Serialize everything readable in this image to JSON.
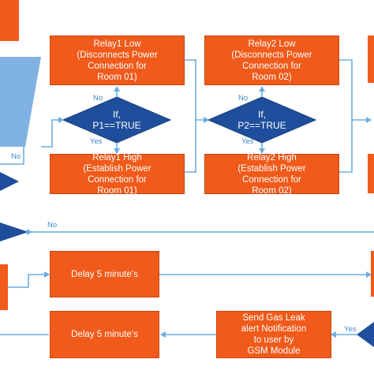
{
  "boxes": {
    "relay1_low": {
      "lines": [
        "Relay1 Low",
        "(Disconnects Power",
        "Connection for",
        "Room 01)"
      ]
    },
    "relay2_low": {
      "lines": [
        "Relay2 Low",
        "(Disconnects Power",
        "Connection for",
        "Room 02)"
      ]
    },
    "relay1_high": {
      "lines": [
        "Relay1 High",
        "(Establish Power",
        "Connection for",
        "Room 01)"
      ]
    },
    "relay2_high": {
      "lines": [
        "Relay2 High",
        "(Establish Power",
        "Connection for",
        "Room 02)"
      ]
    },
    "delay_top": {
      "lines": [
        "Delay 5 minute's"
      ]
    },
    "delay_bottom": {
      "lines": [
        "Delay 5 minute's"
      ]
    },
    "gsm_alert": {
      "lines": [
        "Send Gas Leak",
        "alert Notification",
        "to user by",
        "GSM Module"
      ]
    }
  },
  "decisions": {
    "p1": {
      "lines": [
        "If,",
        "P1==TRUE"
      ]
    },
    "p2": {
      "lines": [
        "If,",
        "P2==TRUE"
      ]
    }
  },
  "labels": {
    "p1_no": "No",
    "p1_yes": "Yes",
    "p2_no": "No",
    "p2_yes": "Yes",
    "left_no": "No",
    "mid_no": "No",
    "right_yes": "Yes"
  },
  "colors": {
    "process": "#f05a1a",
    "decision": "#1f4e9c",
    "input": "#7fb2e0",
    "arrow": "#6aaee0"
  }
}
